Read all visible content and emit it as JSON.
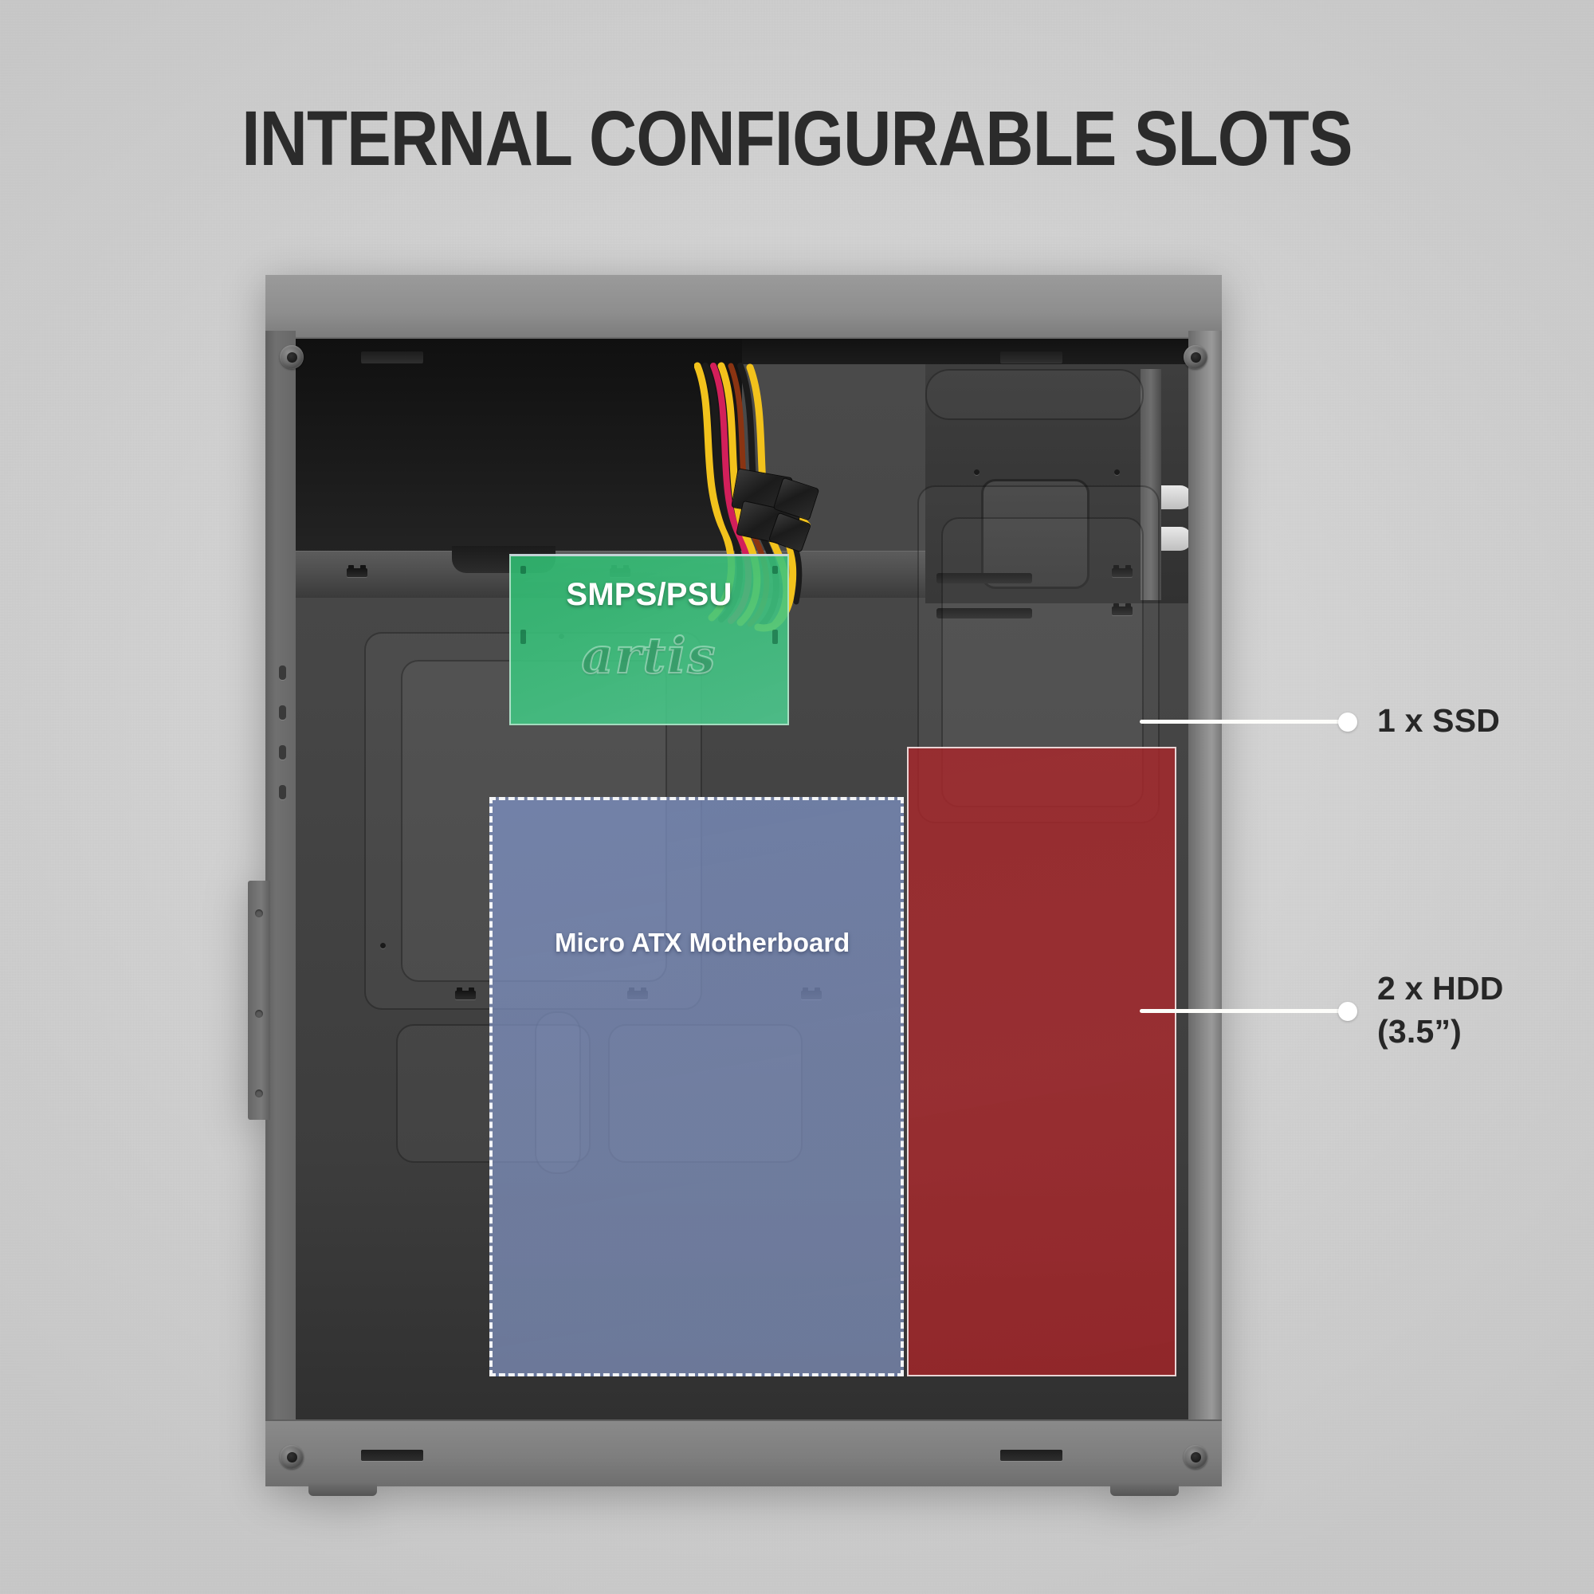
{
  "heading": "INTERNAL CONFIGURABLE SLOTS",
  "overlays": {
    "psu": {
      "label": "SMPS/PSU",
      "brand_watermark": "artis",
      "color": "#3cc47e"
    },
    "motherboard": {
      "label": "Micro ATX\nMotherboard",
      "color": "#8096cd"
    },
    "drive_bay": {
      "color": "#aa262a"
    }
  },
  "callouts": [
    {
      "label": "1 x SSD"
    },
    {
      "label": "2 x HDD\n(3.5”)"
    }
  ],
  "colors": {
    "background": "#d2d2d2",
    "title": "#2b2b2b",
    "callout_text": "#272727",
    "leader_line": "#fdfdfa"
  }
}
